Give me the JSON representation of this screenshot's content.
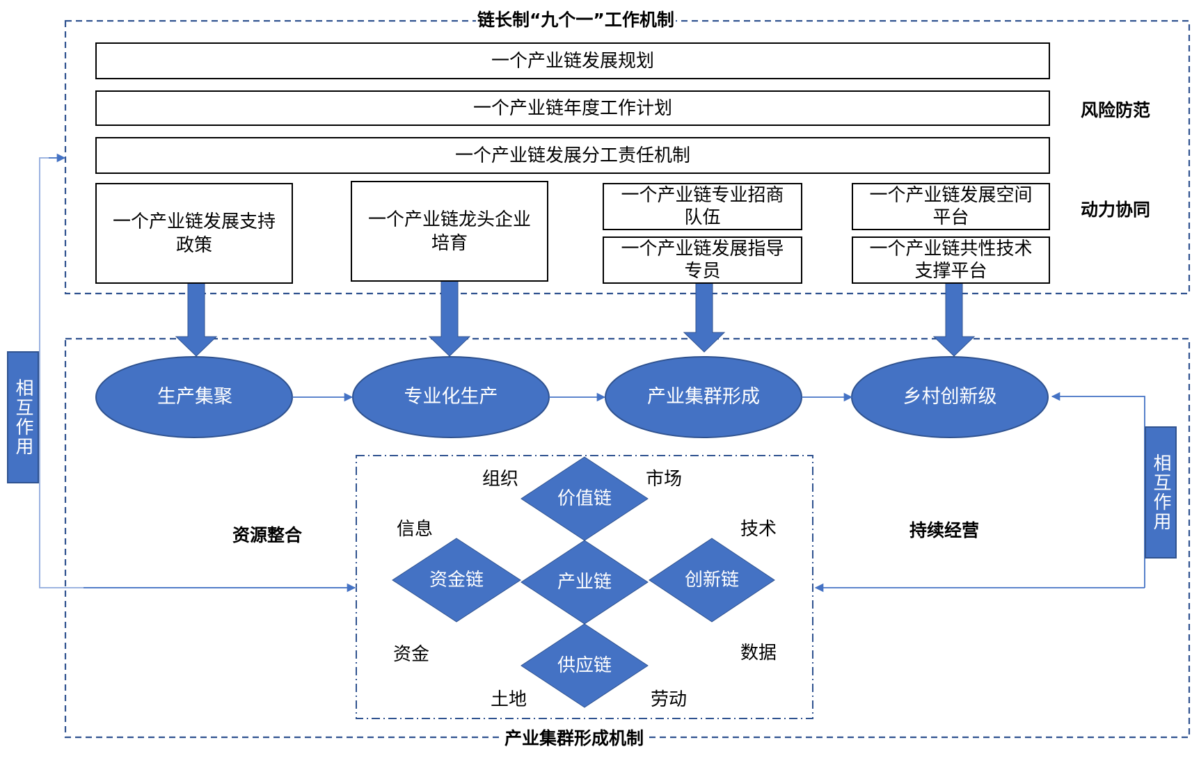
{
  "colors": {
    "shape_fill": "#4472c4",
    "shape_stroke": "#2f528f",
    "dashed_border": "#2f528f",
    "connector": "#4472c4",
    "text_on_shape": "#ffffff",
    "text": "#000000"
  },
  "top_section": {
    "title": "链长制“九个一”工作机制",
    "wide_boxes": [
      "一个产业链发展规划",
      "一个产业链年度工作计划",
      "一个产业链发展分工责任机制"
    ],
    "boxes": [
      "一个产业链发展支持政策",
      "一个产业链龙头企业培育",
      "一个产业链专业招商队伍",
      "一个产业链发展指导专员",
      "一个产业链发展空间平台",
      "一个产业链共性技术支撑平台"
    ],
    "side_labels": [
      "风险防范",
      "动力协同"
    ]
  },
  "bottom_section": {
    "title": "产业集群形成机制",
    "stages": [
      "生产集聚",
      "专业化生产",
      "产业集群形成",
      "乡村创新级"
    ],
    "side_labels": [
      "资源整合",
      "持续经营"
    ],
    "chains": {
      "value": "价值链",
      "capital": "资金链",
      "industry": "产业链",
      "innovation": "创新链",
      "supply": "供应链"
    },
    "factors": {
      "organization": "组织",
      "market": "市场",
      "information": "信息",
      "technology": "技术",
      "funds": "资金",
      "data": "数据",
      "land": "土地",
      "labor": "劳动"
    }
  },
  "interaction_tags": {
    "left": "相互作用",
    "right": "相互作用"
  }
}
